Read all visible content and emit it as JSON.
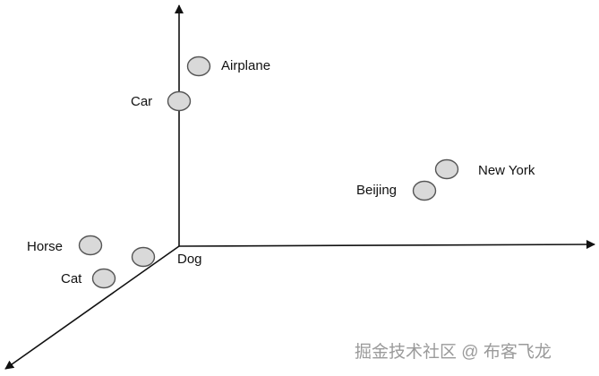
{
  "diagram": {
    "labels": {
      "airplane": "Airplane",
      "car": "Car",
      "new_york": "New York",
      "beijing": "Beijing",
      "horse": "Horse",
      "cat": "Cat",
      "dog": "Dog"
    },
    "watermark": "掘金技术社区 @ 布客飞龙"
  }
}
